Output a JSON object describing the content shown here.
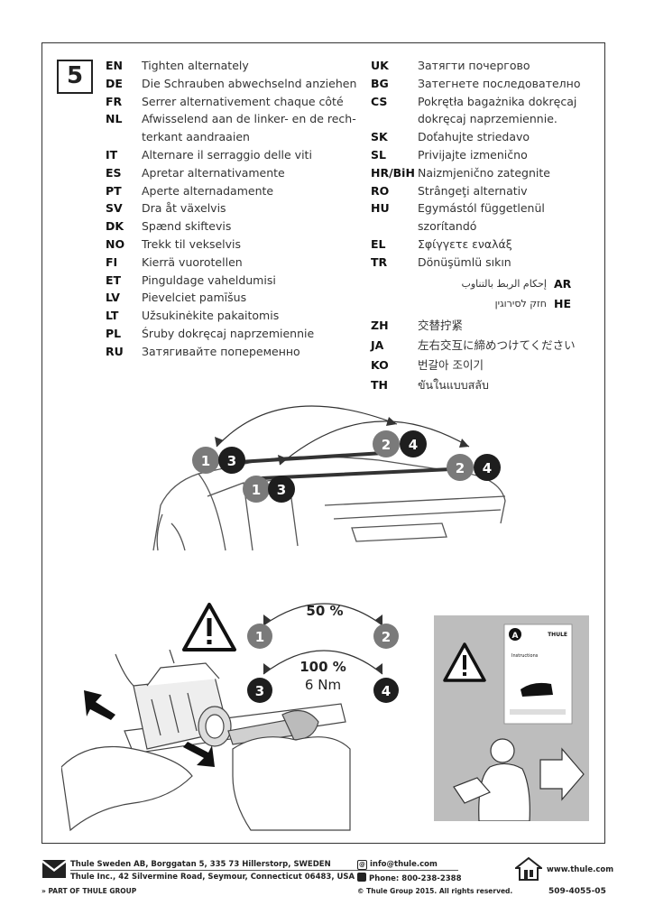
{
  "step_number": "5",
  "languages_left": [
    {
      "code": "EN",
      "text": "Tighten alternately"
    },
    {
      "code": "DE",
      "text": "Die Schrauben abwechselnd anziehen"
    },
    {
      "code": "FR",
      "text": "Serrer alternativement chaque côté"
    },
    {
      "code": "NL",
      "text": "Afwisselend aan de linker- en de rech-"
    },
    {
      "code": "",
      "text": "terkant aandraaien"
    },
    {
      "code": "IT",
      "text": "Alternare il serraggio delle viti"
    },
    {
      "code": "ES",
      "text": "Apretar alternativamente"
    },
    {
      "code": "PT",
      "text": "Aperte alternadamente"
    },
    {
      "code": "SV",
      "text": "Dra åt växelvis"
    },
    {
      "code": "DK",
      "text": "Spænd skiftevis"
    },
    {
      "code": "NO",
      "text": "Trekk til vekselvis"
    },
    {
      "code": "FI",
      "text": "Kierrä vuorotellen"
    },
    {
      "code": "ET",
      "text": "Pinguldage vaheldumisi"
    },
    {
      "code": "LV",
      "text": "Pievelciet pamīšus"
    },
    {
      "code": "LT",
      "text": "Užsukinėkite pakaitomis"
    },
    {
      "code": "PL",
      "text": "Śruby dokręcaj naprzemiennie"
    },
    {
      "code": "RU",
      "text": "Затягивайте попеременно"
    }
  ],
  "languages_right": [
    {
      "code": "UK",
      "text": "Затягти почергово"
    },
    {
      "code": "BG",
      "text": "Затегнете последователно"
    },
    {
      "code": "CS",
      "text": "Pokrętła bagażnika dokręcaj"
    },
    {
      "code": "",
      "text": "dokręcaj naprzemiennie."
    },
    {
      "code": "SK",
      "text": "Doťahujte striedavo"
    },
    {
      "code": "SL",
      "text": "Privijajte izmenično"
    },
    {
      "code": "HR/BiH",
      "text": "Naizmjenično zategnite"
    },
    {
      "code": "RO",
      "text": "Strângeţi alternativ"
    },
    {
      "code": "HU",
      "text": "Egymástól függetlenül szorítandó"
    },
    {
      "code": "EL",
      "text": "Σφίγγετε εναλάξ"
    },
    {
      "code": "TR",
      "text": "Dönüşümlü sıkın"
    }
  ],
  "languages_rtl": [
    {
      "code": "AR",
      "text": "إحكام الربط بالتناوب"
    },
    {
      "code": "HE",
      "text": "חזק לסירוגין"
    }
  ],
  "languages_asian": [
    {
      "code": "ZH",
      "text": "交替拧紧"
    },
    {
      "code": "JA",
      "text": "左右交互に締めつけてください"
    },
    {
      "code": "KO",
      "text": "번갈아 조이기"
    },
    {
      "code": "TH",
      "text": "ขันในแบบสลับ"
    }
  ],
  "car_diagram": {
    "badges_front": [
      "1",
      "3"
    ],
    "badges_back": [
      "2",
      "4"
    ]
  },
  "torque": {
    "step1_percent": "50 %",
    "step2_percent": "100 %",
    "step2_torque": "6 Nm",
    "badges": [
      "1",
      "2",
      "3",
      "4"
    ]
  },
  "manual_card": {
    "letter": "A",
    "brand": "THULE",
    "title": "Instructions"
  },
  "footer": {
    "address1": "Thule Sweden AB, Borggatan 5, 335 73 Hillerstorp, SWEDEN",
    "address2": "Thule Inc., 42 Silvermine Road, Seymour, Connecticut 06483, USA",
    "group": "PART OF THULE GROUP",
    "email": "info@thule.com",
    "phone": "Phone: 800-238-2388",
    "copyright": "© Thule Group 2015. All rights reserved.",
    "website": "www.thule.com",
    "doc_number": "509-4055-05"
  },
  "colors": {
    "badge_grey": "#7a7a7a",
    "badge_dark": "#1e1e1e",
    "warning_panel": "#bdbdbd"
  }
}
